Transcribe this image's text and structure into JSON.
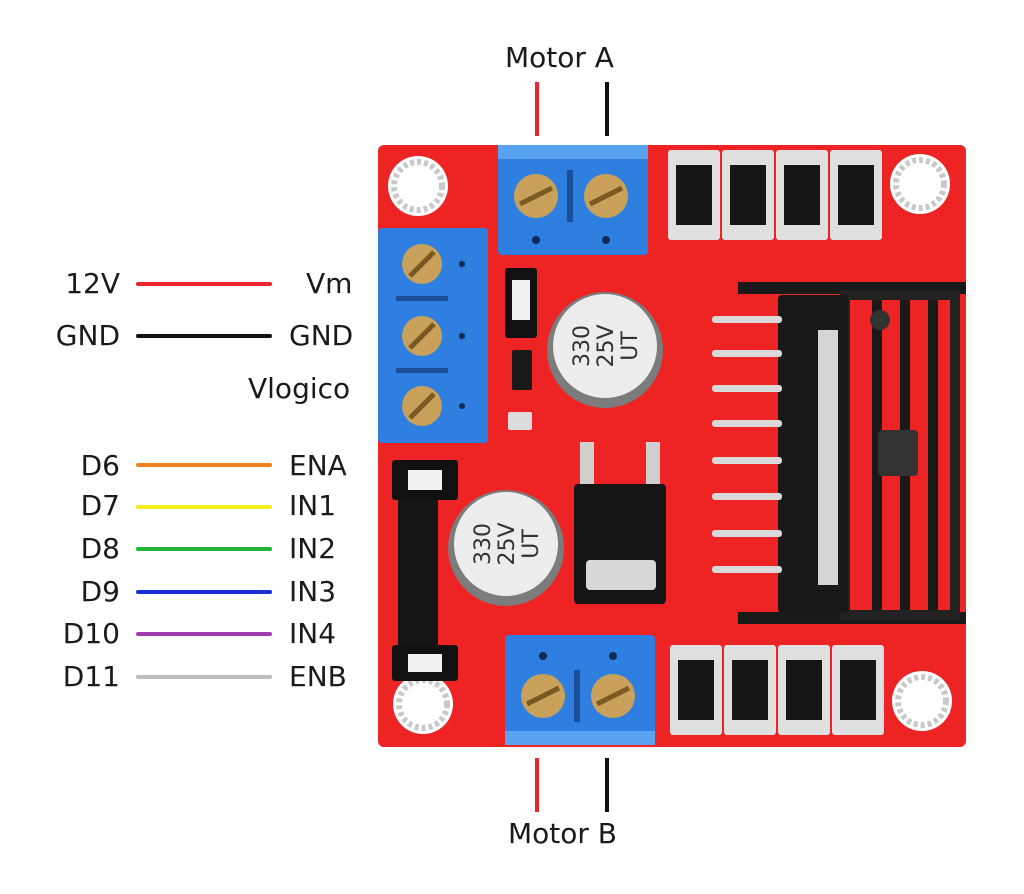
{
  "motor_a": {
    "label": "Motor A",
    "colors": [
      "#e8262b",
      "#111111"
    ]
  },
  "motor_b": {
    "label": "Motor B",
    "colors": [
      "#e8262b",
      "#111111"
    ]
  },
  "power": [
    {
      "source": "12V",
      "target": "Vm",
      "color": "#e8262b"
    },
    {
      "source": "GND",
      "target": "GND",
      "color": "#111111"
    },
    {
      "source": "",
      "target": "Vlogico",
      "color": ""
    }
  ],
  "signals": [
    {
      "source": "D6",
      "target": "ENA",
      "color": "#f07f1f"
    },
    {
      "source": "D7",
      "target": "IN1",
      "color": "#f3ee1b"
    },
    {
      "source": "D8",
      "target": "IN2",
      "color": "#23b53a"
    },
    {
      "source": "D9",
      "target": "IN3",
      "color": "#1a2fd4"
    },
    {
      "source": "D10",
      "target": "IN4",
      "color": "#a23bb2"
    },
    {
      "source": "D11",
      "target": "ENB",
      "color": "#bdbdbd"
    }
  ],
  "board": {
    "pcb_color": "#ee2323",
    "terminal_color": "#2f7fe0",
    "capacitors": [
      {
        "line1": "330",
        "line2": "25V",
        "line3": "UT"
      },
      {
        "line1": "330",
        "line2": "25V",
        "line3": "UT"
      }
    ]
  }
}
